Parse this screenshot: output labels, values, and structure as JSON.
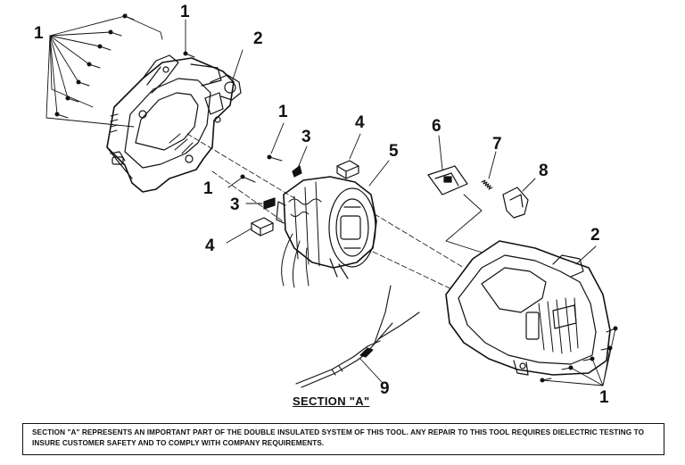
{
  "diagram": {
    "callouts": [
      {
        "id": "c1a",
        "text": "1"
      },
      {
        "id": "c1b",
        "text": "1"
      },
      {
        "id": "c2a",
        "text": "2"
      },
      {
        "id": "c1c",
        "text": "1"
      },
      {
        "id": "c3a",
        "text": "3"
      },
      {
        "id": "c4a",
        "text": "4"
      },
      {
        "id": "c5",
        "text": "5"
      },
      {
        "id": "c1d",
        "text": "1"
      },
      {
        "id": "c3b",
        "text": "3"
      },
      {
        "id": "c4b",
        "text": "4"
      },
      {
        "id": "c6",
        "text": "6"
      },
      {
        "id": "c7",
        "text": "7"
      },
      {
        "id": "c8",
        "text": "8"
      },
      {
        "id": "c2b",
        "text": "2"
      },
      {
        "id": "c9",
        "text": "9"
      },
      {
        "id": "c1e",
        "text": "1"
      }
    ],
    "section_label": "SECTION \"A\"",
    "note": "SECTION \"A\" REPRESENTS AN IMPORTANT PART OF THE DOUBLE INSULATED SYSTEM OF THIS TOOL.  ANY REPAIR TO THIS TOOL REQUIRES DIELECTRIC TESTING TO INSURE CUSTOMER SAFETY AND TO COMPLY WITH COMPANY REQUIREMENTS."
  }
}
